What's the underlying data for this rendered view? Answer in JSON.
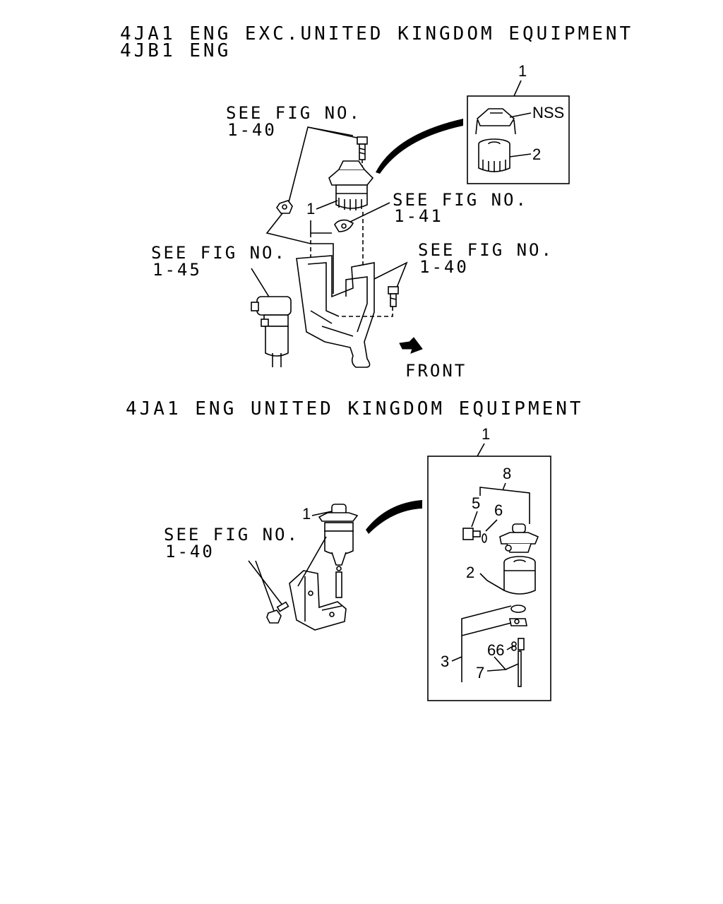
{
  "headings": {
    "top_line1": "4JA1 ENG EXC.UNITED KINGDOM EQUIPMENT",
    "top_line2": "4JB1 ENG",
    "bottom": "4JA1 ENG UNITED KINGDOM EQUIPMENT"
  },
  "top_diagram": {
    "refs": [
      {
        "line1": "SEE FIG NO.",
        "line2": "1-40"
      },
      {
        "line1": "SEE FIG NO.",
        "line2": "1-41"
      },
      {
        "line1": "SEE FIG NO.",
        "line2": "1-45"
      },
      {
        "line1": "SEE FIG NO.",
        "line2": "1-40"
      }
    ],
    "front_label": "FRONT",
    "callout_assembly": "1",
    "inset": {
      "title": "1",
      "nss": "NSS",
      "element": "2"
    }
  },
  "bottom_diagram": {
    "ref": {
      "line1": "SEE FIG NO.",
      "line2": "1-40"
    },
    "callout_assembly": "1",
    "inset": {
      "title": "1",
      "labels": {
        "p8": "8",
        "p5": "5",
        "p6": "6",
        "p2": "2",
        "p66": "66",
        "p3": "3",
        "p7": "7"
      }
    }
  }
}
